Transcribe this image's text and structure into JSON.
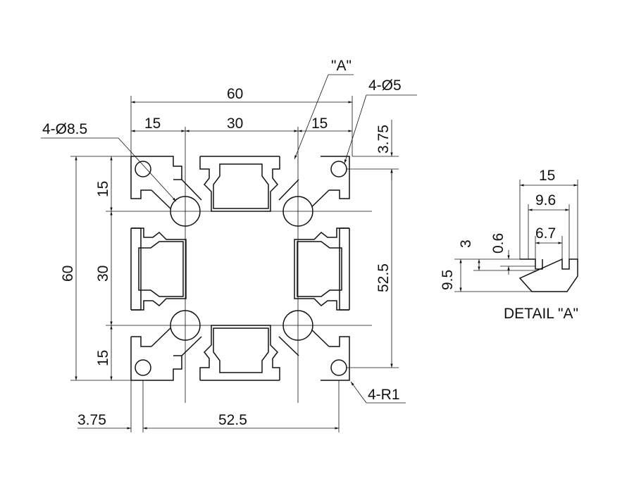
{
  "labels": {
    "overall_width": "60",
    "seg_left": "15",
    "seg_mid": "30",
    "seg_right": "15",
    "detail_callout": "\"A\"",
    "corner_hole": "4-Ø5",
    "center_hole": "4-Ø8.5",
    "top_edge_offset": "3.75",
    "overall_height": "60",
    "seg_top": "15",
    "seg_center": "30",
    "seg_bottom": "15",
    "hole_spacing_vertical": "52.5",
    "corner_radius": "4-R1",
    "left_edge_offset": "3.75",
    "hole_spacing_horizontal": "52.5",
    "detail_width": "15",
    "detail_opening_outer": "9.6",
    "detail_opening_inner": "6.7",
    "detail_depth_3": "3",
    "detail_lip": "0.6",
    "detail_depth_95": "9.5",
    "detail_title": "DETAIL \"A\""
  }
}
